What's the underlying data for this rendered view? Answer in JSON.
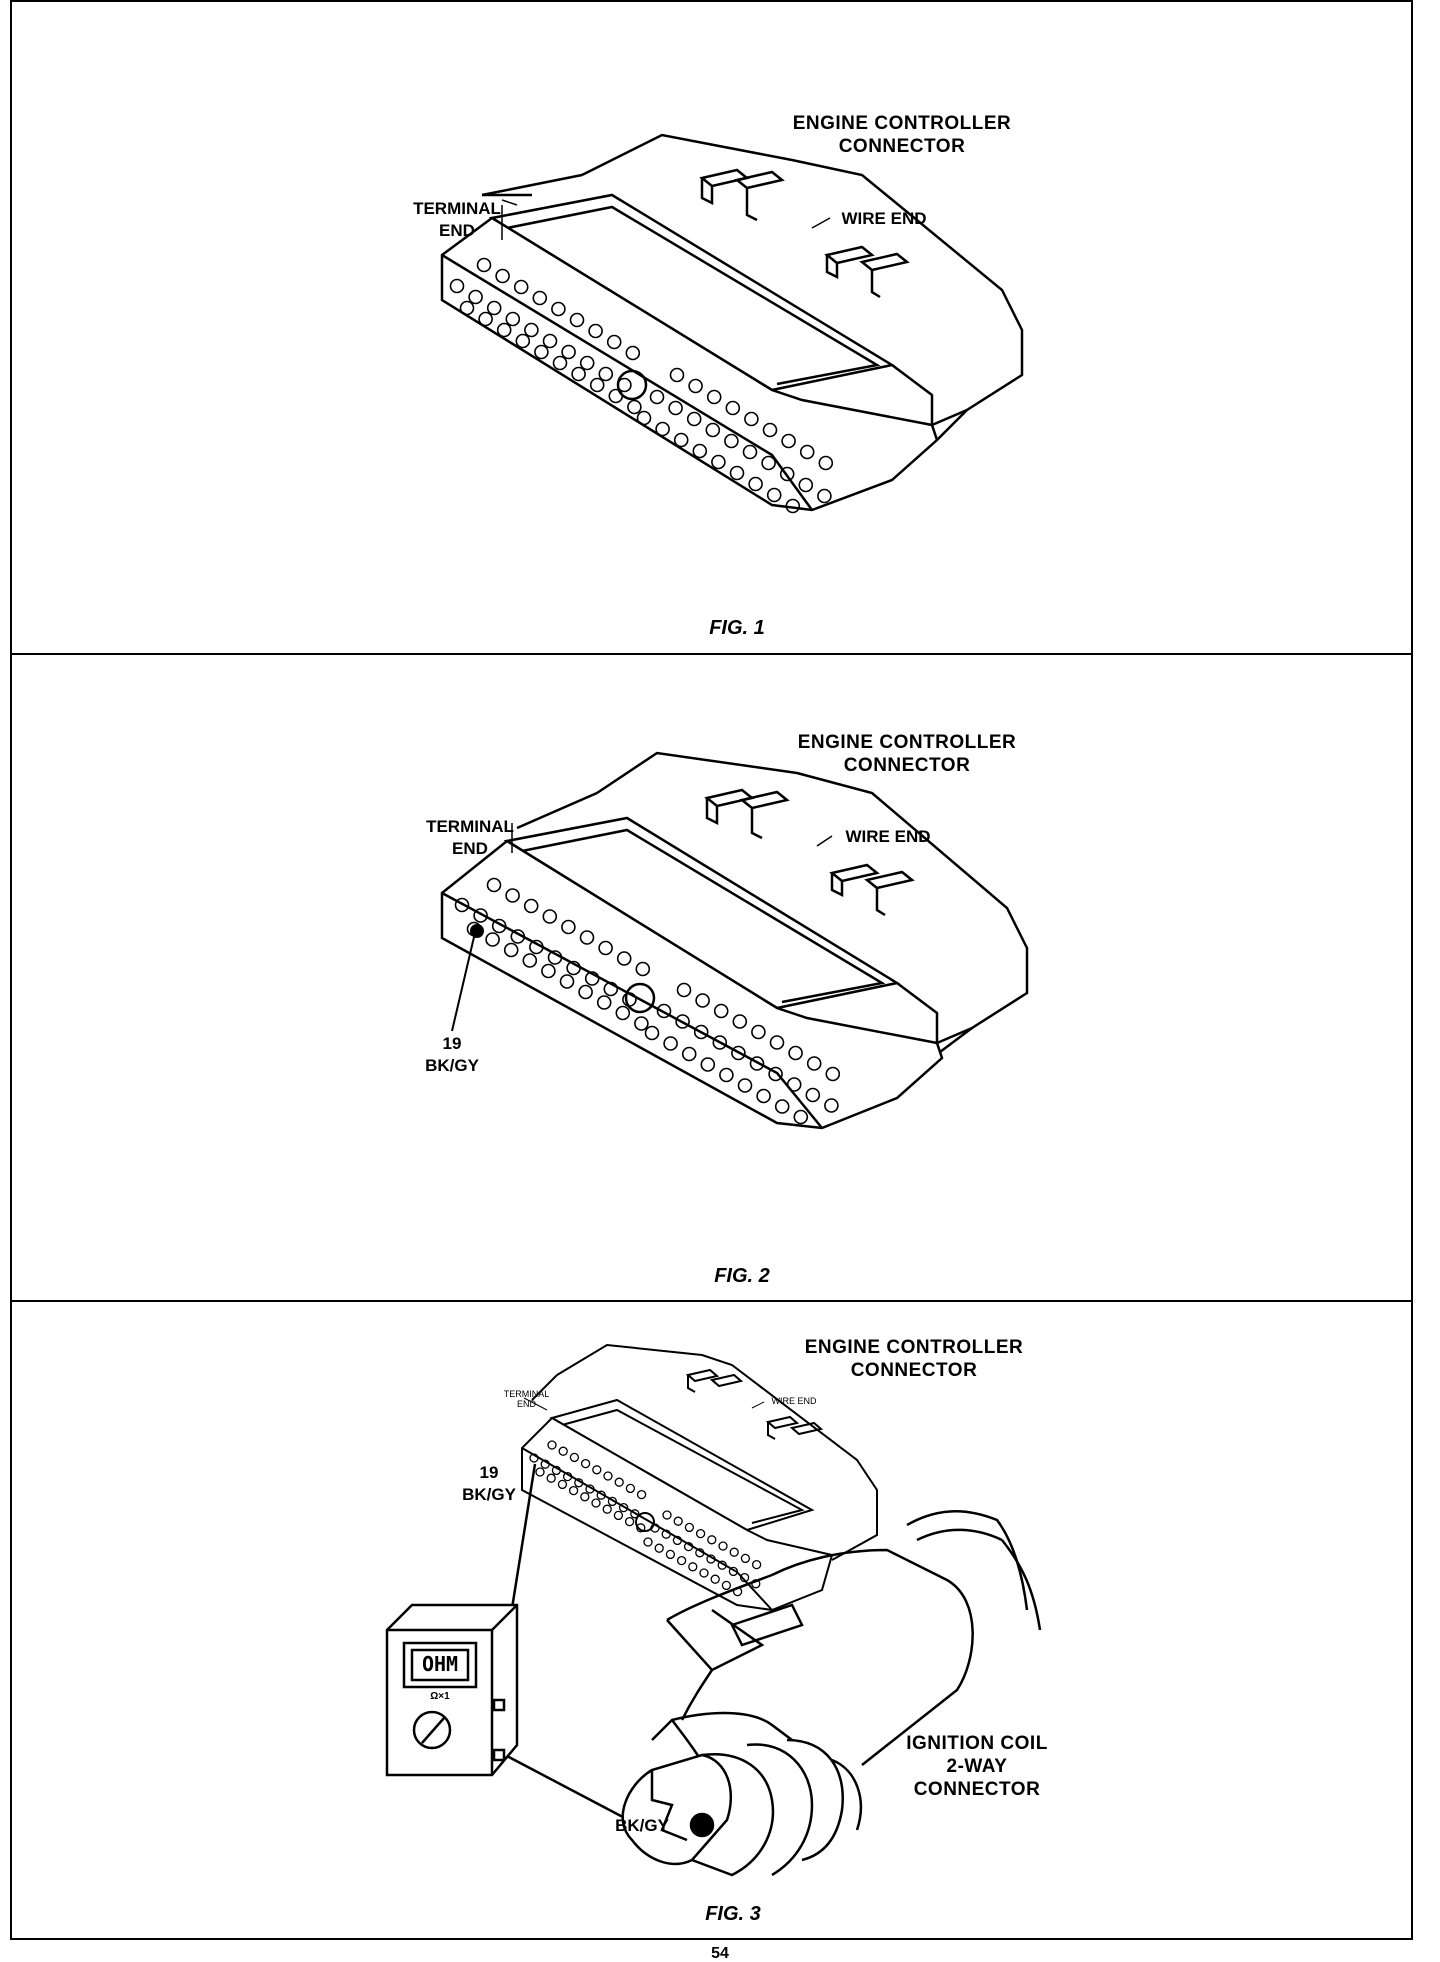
{
  "figures": [
    {
      "caption": "FIG. 1",
      "connector_title_line1": "ENGINE CONTROLLER",
      "connector_title_line2": "CONNECTOR",
      "terminal_end_line1": "TERMINAL",
      "terminal_end_line2": "END",
      "wire_end": "WIRE END"
    },
    {
      "caption": "FIG. 2",
      "connector_title_line1": "ENGINE CONTROLLER",
      "connector_title_line2": "CONNECTOR",
      "terminal_end_line1": "TERMINAL",
      "terminal_end_line2": "END",
      "wire_end": "WIRE END",
      "pin_number": "19",
      "pin_wire": "BK/GY"
    },
    {
      "caption": "FIG. 3",
      "connector_title_line1": "ENGINE CONTROLLER",
      "connector_title_line2": "CONNECTOR",
      "terminal_end_line1": "TERMINAL",
      "terminal_end_line2": "END",
      "wire_end": "WIRE END",
      "pin_number": "19",
      "pin_wire": "BK/GY",
      "meter_display": "OHM",
      "meter_range": "Ω×1",
      "coil_title_line1": "IGNITION COIL",
      "coil_title_line2": "2-WAY",
      "coil_title_line3": "CONNECTOR",
      "coil_wire": "BK/GY"
    }
  ],
  "page_number": "54"
}
